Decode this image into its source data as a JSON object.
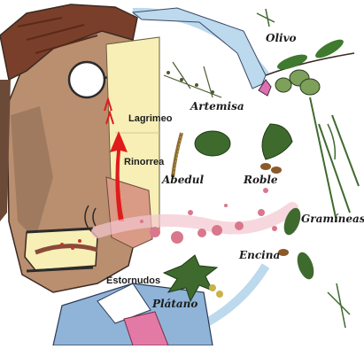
{
  "symptoms": {
    "tearing": "Lagrimeo",
    "runny_nose": "Rinorrea",
    "sneezing": "Estornudos"
  },
  "plants": {
    "olive": "Olivo",
    "mugwort": "Artemisa",
    "birch": "Abedul",
    "oak": "Roble",
    "grasses": "Gramíneas",
    "holm_oak": "Encina",
    "plane_tree": "Plátano"
  },
  "colors": {
    "skin": "#b98f6f",
    "skin_shadow": "#8d6a52",
    "hair": "#7a3f2a",
    "nasal_panel": "#f7efb6",
    "arrow_red": "#e01b1b",
    "pollen_pink": "#d9778c",
    "sky_blue": "#bcd9ee",
    "shirt_blue": "#8fb4d8",
    "leaf_green": "#3f7a2e"
  }
}
